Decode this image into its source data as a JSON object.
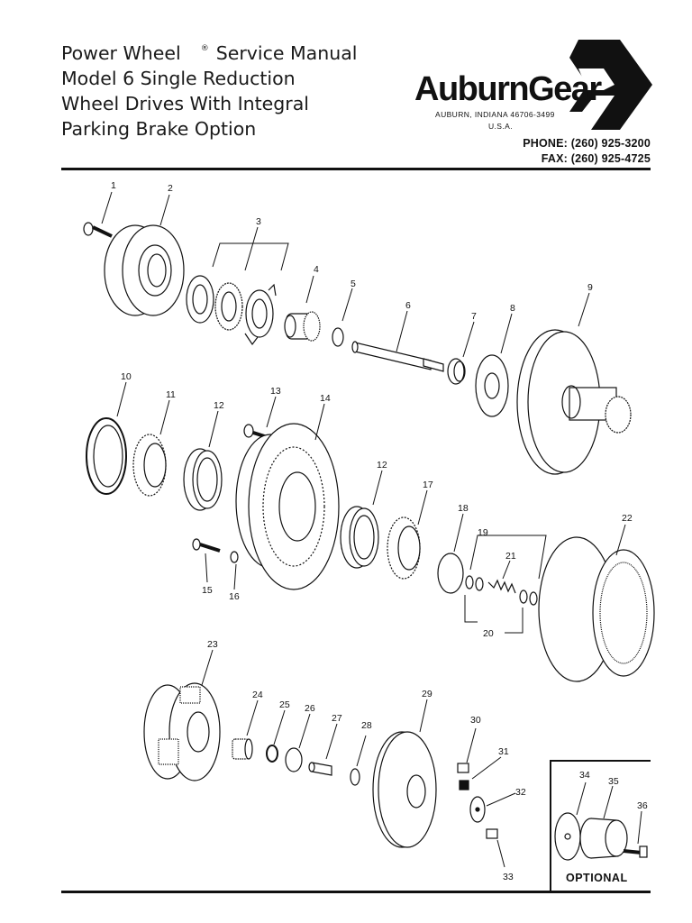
{
  "header": {
    "title_lines": [
      "Power Wheel",
      "Model 6 Single Reduction",
      "Wheel Drives With Integral",
      "Parking Brake Option"
    ],
    "title_suffix": "Service Manual",
    "registered_mark": "®"
  },
  "brand": {
    "name": "AuburnGear",
    "address_line1": "AUBURN, INDIANA 46706-3499",
    "address_line2": "U.S.A.",
    "phone": "PHONE: (260) 925-3200",
    "fax": "FAX: (260) 925-4725"
  },
  "diagram": {
    "callouts": [
      "1",
      "2",
      "3",
      "4",
      "5",
      "6",
      "7",
      "8",
      "9",
      "10",
      "11",
      "12",
      "13",
      "14",
      "12",
      "17",
      "18",
      "19",
      "21",
      "22",
      "15",
      "16",
      "20",
      "23",
      "24",
      "25",
      "26",
      "27",
      "28",
      "29",
      "30",
      "31",
      "32",
      "33",
      "34",
      "35",
      "36"
    ],
    "optional_label": "OPTIONAL"
  }
}
